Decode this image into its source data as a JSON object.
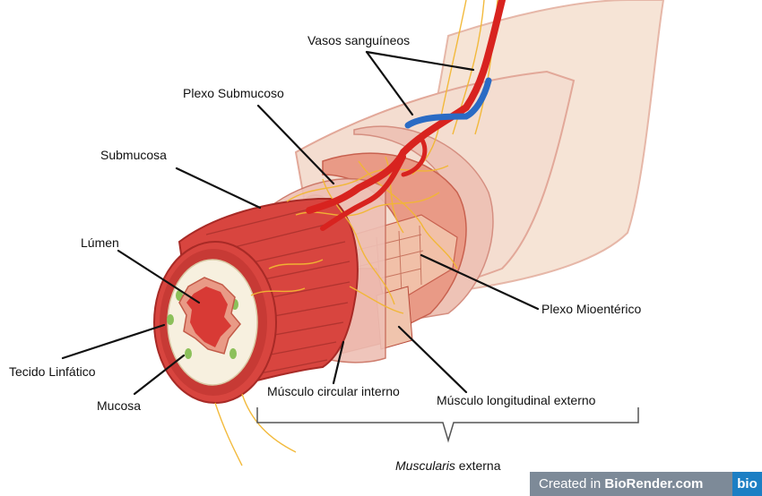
{
  "labels": {
    "vasos": "Vasos sanguíneos",
    "plexo_submucoso": "Plexo Submucoso",
    "submucosa": "Submucosa",
    "lumen": "Lúmen",
    "tecido_linfatico": "Tecido Linfático",
    "mucosa": "Mucosa",
    "musculo_circular": "Músculo circular interno",
    "musculo_longitudinal": "Músculo longitudinal externo",
    "plexo_mioenterico": "Plexo Mioentérico",
    "muscularis_italic": "Muscularis",
    "muscularis_rest": " externa"
  },
  "watermark": {
    "prefix": "Created in ",
    "brand": "BioRender.com",
    "logo": "bio"
  },
  "colors": {
    "serosa": "#f6e6da",
    "muscle_red": "#d8453f",
    "muscle_dark": "#b52f2c",
    "submucosa_pink": "#efc9c2",
    "nerve_yellow": "#f2b733",
    "artery_red": "#d8231f",
    "vein_blue": "#2a6bc4",
    "lumen_red": "#d83a35"
  }
}
